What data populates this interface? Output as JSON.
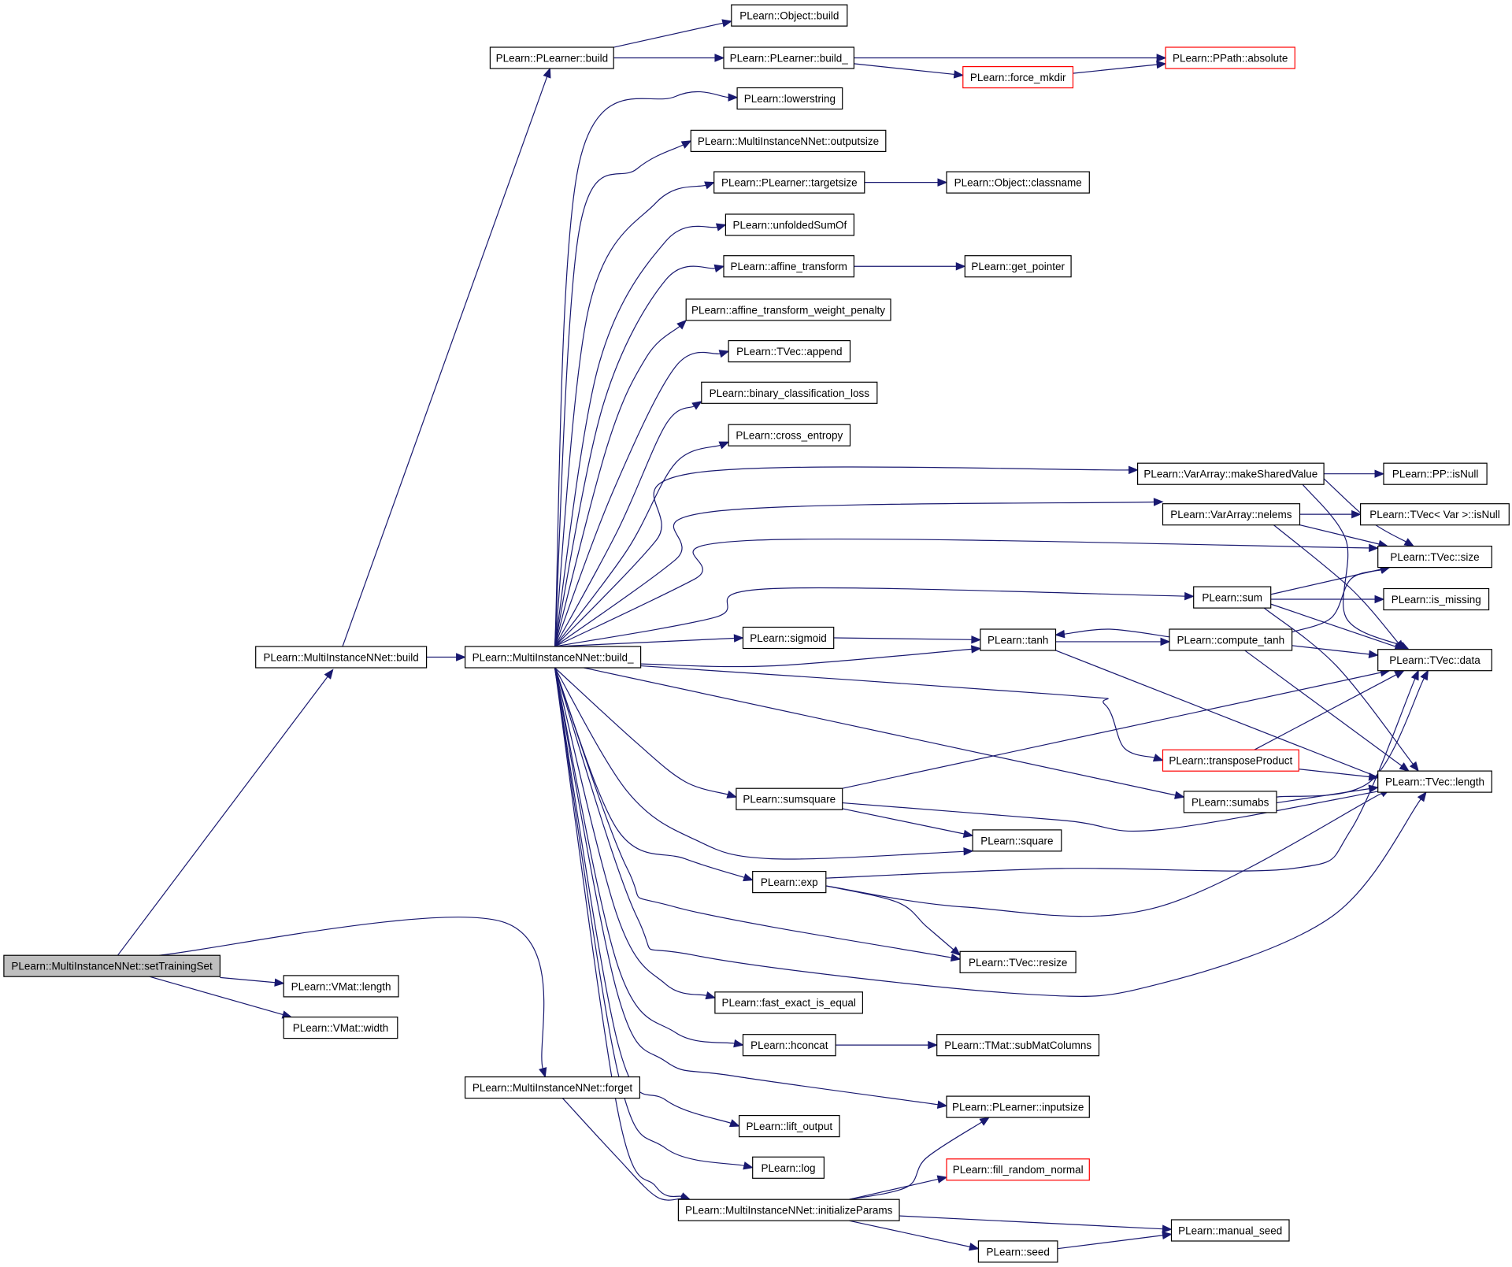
{
  "diagram": {
    "type": "call-graph",
    "colors": {
      "edge": "#191970",
      "border": "#000000",
      "highlight_border": "#ff0000",
      "root_fill": "#bfbfbf"
    },
    "nodes": [
      {
        "id": "setTrainingSet",
        "label": "PLearn::MultiInstanceNNet::setTrainingSet",
        "style": "root"
      },
      {
        "id": "MINNbuild",
        "label": "PLearn::MultiInstanceNNet::build"
      },
      {
        "id": "PLbuild",
        "label": "PLearn::PLearner::build"
      },
      {
        "id": "Objbuild",
        "label": "PLearn::Object::build"
      },
      {
        "id": "PLbuild_",
        "label": "PLearn::PLearner::build_"
      },
      {
        "id": "absolute",
        "label": "PLearn::PPath::absolute",
        "style": "red"
      },
      {
        "id": "force_mkdir",
        "label": "PLearn::force_mkdir",
        "style": "red"
      },
      {
        "id": "lowerstring",
        "label": "PLearn::lowerstring"
      },
      {
        "id": "outputsize",
        "label": "PLearn::MultiInstanceNNet::outputsize"
      },
      {
        "id": "targetsize",
        "label": "PLearn::PLearner::targetsize"
      },
      {
        "id": "classname",
        "label": "PLearn::Object::classname"
      },
      {
        "id": "unfoldedSumOf",
        "label": "PLearn::unfoldedSumOf"
      },
      {
        "id": "affine_transform",
        "label": "PLearn::affine_transform"
      },
      {
        "id": "get_pointer",
        "label": "PLearn::get_pointer"
      },
      {
        "id": "atwp",
        "label": "PLearn::affine_transform_weight_penalty"
      },
      {
        "id": "append",
        "label": "PLearn::TVec::append"
      },
      {
        "id": "bcl",
        "label": "PLearn::binary_classification_loss"
      },
      {
        "id": "cross_entropy",
        "label": "PLearn::cross_entropy"
      },
      {
        "id": "makeSharedValue",
        "label": "PLearn::VarArray::makeSharedValue"
      },
      {
        "id": "ppisNull",
        "label": "PLearn::PP::isNull"
      },
      {
        "id": "nelems",
        "label": "PLearn::VarArray::nelems"
      },
      {
        "id": "tvecVarIsNull",
        "label": "PLearn::TVec< Var >::isNull"
      },
      {
        "id": "tvecsize",
        "label": "PLearn::TVec::size"
      },
      {
        "id": "sum",
        "label": "PLearn::sum"
      },
      {
        "id": "is_missing",
        "label": "PLearn::is_missing"
      },
      {
        "id": "sigmoid",
        "label": "PLearn::sigmoid"
      },
      {
        "id": "tanh",
        "label": "PLearn::tanh"
      },
      {
        "id": "compute_tanh",
        "label": "PLearn::compute_tanh"
      },
      {
        "id": "build_",
        "label": "PLearn::MultiInstanceNNet::build_"
      },
      {
        "id": "tvecdata",
        "label": "PLearn::TVec::data"
      },
      {
        "id": "transposeProduct",
        "label": "PLearn::transposeProduct",
        "style": "red"
      },
      {
        "id": "tveclength",
        "label": "PLearn::TVec::length"
      },
      {
        "id": "sumsquare",
        "label": "PLearn::sumsquare"
      },
      {
        "id": "sumabs",
        "label": "PLearn::sumabs"
      },
      {
        "id": "square",
        "label": "PLearn::square"
      },
      {
        "id": "exp",
        "label": "PLearn::exp"
      },
      {
        "id": "resize",
        "label": "PLearn::TVec::resize"
      },
      {
        "id": "vmatlength",
        "label": "PLearn::VMat::length"
      },
      {
        "id": "vmatwidth",
        "label": "PLearn::VMat::width"
      },
      {
        "id": "fast_exact",
        "label": "PLearn::fast_exact_is_equal"
      },
      {
        "id": "hconcat",
        "label": "PLearn::hconcat"
      },
      {
        "id": "subMatColumns",
        "label": "PLearn::TMat::subMatColumns"
      },
      {
        "id": "forget",
        "label": "PLearn::MultiInstanceNNet::forget"
      },
      {
        "id": "inputsize",
        "label": "PLearn::PLearner::inputsize"
      },
      {
        "id": "lift_output",
        "label": "PLearn::lift_output"
      },
      {
        "id": "log",
        "label": "PLearn::log"
      },
      {
        "id": "fill_random_normal",
        "label": "PLearn::fill_random_normal",
        "style": "red"
      },
      {
        "id": "initializeParams",
        "label": "PLearn::MultiInstanceNNet::initializeParams"
      },
      {
        "id": "manual_seed",
        "label": "PLearn::manual_seed"
      },
      {
        "id": "seed",
        "label": "PLearn::seed"
      }
    ],
    "edges": [
      {
        "from": "setTrainingSet",
        "to": "MINNbuild"
      },
      {
        "from": "setTrainingSet",
        "to": "forget"
      },
      {
        "from": "setTrainingSet",
        "to": "vmatlength"
      },
      {
        "from": "setTrainingSet",
        "to": "vmatwidth"
      },
      {
        "from": "MINNbuild",
        "to": "PLbuild"
      },
      {
        "from": "MINNbuild",
        "to": "build_"
      },
      {
        "from": "PLbuild",
        "to": "Objbuild"
      },
      {
        "from": "PLbuild",
        "to": "PLbuild_"
      },
      {
        "from": "PLbuild_",
        "to": "absolute"
      },
      {
        "from": "PLbuild_",
        "to": "force_mkdir"
      },
      {
        "from": "force_mkdir",
        "to": "absolute"
      },
      {
        "from": "build_",
        "to": "lowerstring"
      },
      {
        "from": "build_",
        "to": "outputsize"
      },
      {
        "from": "build_",
        "to": "targetsize"
      },
      {
        "from": "build_",
        "to": "unfoldedSumOf"
      },
      {
        "from": "build_",
        "to": "affine_transform"
      },
      {
        "from": "build_",
        "to": "atwp"
      },
      {
        "from": "build_",
        "to": "append"
      },
      {
        "from": "build_",
        "to": "bcl"
      },
      {
        "from": "build_",
        "to": "cross_entropy"
      },
      {
        "from": "build_",
        "to": "makeSharedValue"
      },
      {
        "from": "build_",
        "to": "nelems"
      },
      {
        "from": "build_",
        "to": "tvecsize"
      },
      {
        "from": "build_",
        "to": "sum"
      },
      {
        "from": "build_",
        "to": "sigmoid"
      },
      {
        "from": "build_",
        "to": "tanh"
      },
      {
        "from": "build_",
        "to": "transposeProduct"
      },
      {
        "from": "build_",
        "to": "sumabs"
      },
      {
        "from": "build_",
        "to": "sumsquare"
      },
      {
        "from": "build_",
        "to": "square"
      },
      {
        "from": "build_",
        "to": "exp"
      },
      {
        "from": "build_",
        "to": "resize"
      },
      {
        "from": "build_",
        "to": "tveclength"
      },
      {
        "from": "build_",
        "to": "fast_exact"
      },
      {
        "from": "build_",
        "to": "hconcat"
      },
      {
        "from": "build_",
        "to": "inputsize"
      },
      {
        "from": "build_",
        "to": "lift_output"
      },
      {
        "from": "build_",
        "to": "log"
      },
      {
        "from": "build_",
        "to": "initializeParams"
      },
      {
        "from": "targetsize",
        "to": "classname"
      },
      {
        "from": "affine_transform",
        "to": "get_pointer"
      },
      {
        "from": "makeSharedValue",
        "to": "ppisNull"
      },
      {
        "from": "makeSharedValue",
        "to": "tvecsize"
      },
      {
        "from": "makeSharedValue",
        "to": "tvecdata"
      },
      {
        "from": "nelems",
        "to": "tvecVarIsNull"
      },
      {
        "from": "nelems",
        "to": "tvecsize"
      },
      {
        "from": "nelems",
        "to": "tvecdata"
      },
      {
        "from": "sum",
        "to": "tvecsize"
      },
      {
        "from": "sum",
        "to": "is_missing"
      },
      {
        "from": "sum",
        "to": "tvecdata"
      },
      {
        "from": "sum",
        "to": "tveclength"
      },
      {
        "from": "sigmoid",
        "to": "tanh"
      },
      {
        "from": "tanh",
        "to": "compute_tanh"
      },
      {
        "from": "tanh",
        "to": "tveclength"
      },
      {
        "from": "compute_tanh",
        "to": "tanh"
      },
      {
        "from": "compute_tanh",
        "to": "tvecsize"
      },
      {
        "from": "compute_tanh",
        "to": "tvecdata"
      },
      {
        "from": "compute_tanh",
        "to": "tveclength"
      },
      {
        "from": "transposeProduct",
        "to": "tvecdata"
      },
      {
        "from": "transposeProduct",
        "to": "tveclength"
      },
      {
        "from": "sumabs",
        "to": "tvecdata"
      },
      {
        "from": "sumabs",
        "to": "tveclength"
      },
      {
        "from": "sumsquare",
        "to": "tvecdata"
      },
      {
        "from": "sumsquare",
        "to": "square"
      },
      {
        "from": "sumsquare",
        "to": "tveclength"
      },
      {
        "from": "exp",
        "to": "tvecdata"
      },
      {
        "from": "exp",
        "to": "tveclength"
      },
      {
        "from": "exp",
        "to": "resize"
      },
      {
        "from": "hconcat",
        "to": "subMatColumns"
      },
      {
        "from": "forget",
        "to": "initializeParams"
      },
      {
        "from": "initializeParams",
        "to": "inputsize"
      },
      {
        "from": "initializeParams",
        "to": "fill_random_normal"
      },
      {
        "from": "initializeParams",
        "to": "manual_seed"
      },
      {
        "from": "initializeParams",
        "to": "seed"
      },
      {
        "from": "seed",
        "to": "manual_seed"
      }
    ]
  }
}
